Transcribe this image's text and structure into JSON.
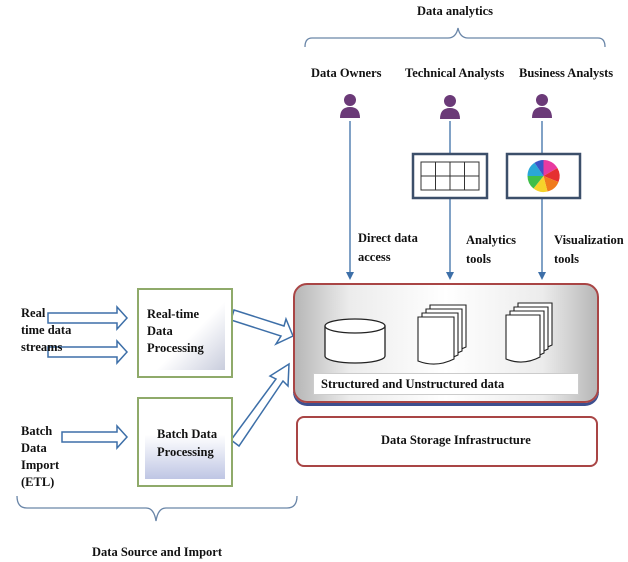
{
  "top": {
    "title": "Data analytics"
  },
  "users": {
    "data_owners": "Data Owners",
    "technical_analysts": "Technical Analysts",
    "business_analysts": "Business Analysts"
  },
  "connectors": {
    "direct": [
      "Direct data",
      "access"
    ],
    "analytics": [
      "Analytics",
      "tools"
    ],
    "visualization": [
      "Visualization",
      "tools"
    ]
  },
  "sources": {
    "realtime_streams": [
      "Real",
      "time data",
      "streams"
    ],
    "batch_import": [
      "Batch",
      "Data",
      "Import",
      "(ETL)"
    ]
  },
  "processing": {
    "realtime": [
      "Real-time",
      "Data",
      "Processing"
    ],
    "batch": [
      "Batch Data",
      "Processing"
    ]
  },
  "storage": {
    "data_label": "Structured and Unstructured data",
    "infrastructure_label": "Data Storage Infrastructure"
  },
  "bottom": {
    "title": "Data Source and Import"
  },
  "colors": {
    "user_icon": "#6b3a78",
    "arrow": "#3d6fa8",
    "storage_border": "#a94545",
    "processing_border": "#8faa6a"
  }
}
